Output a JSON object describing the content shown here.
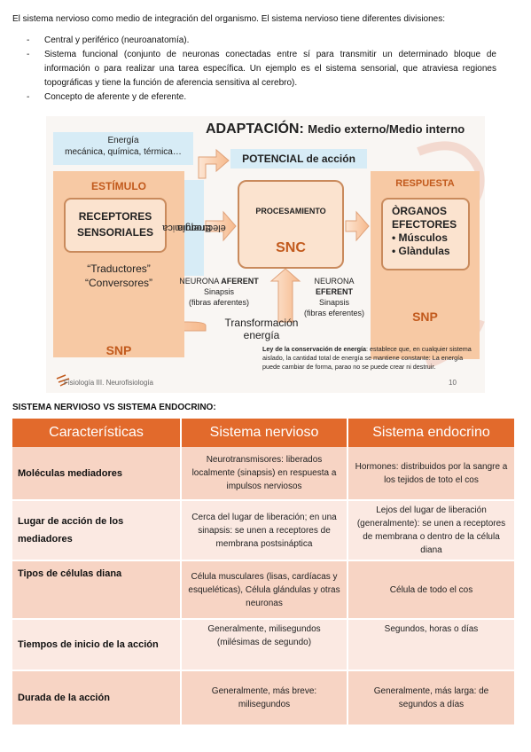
{
  "intro": "El sistema nervioso como medio de integración del organismo. El sistema nervioso tiene diferentes divisiones:",
  "bullets": [
    "Central y periférico (neuroanatomía).",
    "Sistema funcional (conjunto de neuronas conectadas entre sí para transmitir un determinado bloque de información o para realizar una tarea específica. Un ejemplo es el sistema sensorial, que atraviesa regiones topográficas y tiene la función de aferencia sensitiva al cerebro).",
    "Concepto de aferente y de eferente."
  ],
  "bullet_marker": "-",
  "diagram": {
    "title": "ADAPTACIÓN:",
    "title_sub": "Medio externo/Medio interno",
    "energy_line1": "Energía",
    "energy_line2": "mecánica, química, térmica…",
    "potencial": "POTENCIAL de acción",
    "estimulo": "ESTÍMULO",
    "receptores_line1": "RECEPTORES",
    "receptores_line2": "SENSORIALES",
    "traductores": "“Traductores”",
    "conversores": "“Conversores”",
    "snp_left": "SNP",
    "energia_vertical_1": "Energía",
    "energia_vertical_2": "electroquímica",
    "procesamiento": "PROCESAMIENTO",
    "snc": "SNC",
    "respuesta": "RESPUESTA",
    "organos_line1": "ÒRGANOS",
    "organos_line2": "EFECTORES",
    "musculos": "• Músculos",
    "glandulas": "• Glàndulas",
    "snp_right": "SNP",
    "aferente_prefix": "NEURONA ",
    "aferente_bold": "AFERENT",
    "aferente_sinapsis": "Sinapsis",
    "aferente_fibras": "(fibras aferentes)",
    "eferente_line1": "NEURONA",
    "eferente_bold": "EFERENT",
    "eferente_sinapsis": "Sinapsis",
    "eferente_fibras": "(fibras eferentes)",
    "transformacion_1": "Transformación",
    "transformacion_2": "energía",
    "ley_bold": "Ley de la conservación de energía",
    "ley_text": ": establece que, en cualquier sistema aislado, la cantidad total de energía se mantiene constante: La energía puede cambiar de forma, parao no se puede crear ni destruir.",
    "footer_left": "Fisiología III. Neurofisiología",
    "footer_page": "10"
  },
  "section_title": "SISTEMA NERVIOSO VS SISTEMA ENDOCRINO:",
  "table": {
    "headers": [
      "Características",
      "Sistema nervioso",
      "Sistema endocrino"
    ],
    "rows": [
      [
        "Moléculas mediadores",
        "Neurotransmisores: liberados localmente (sinapsis) en respuesta a impulsos nerviosos",
        "Hormones: distribuidos por la sangre a los tejidos de toto el cos"
      ],
      [
        "Lugar de acción de los mediadores",
        "Cerca del lugar de liberación; en una sinapsis: se unen a receptores de membrana postsináptica",
        "Lejos del lugar de liberación (generalmente): se unen a receptores de membrana o dentro de la célula diana"
      ],
      [
        "Tipos de células diana",
        "Célula musculares (lisas, cardíacas y esqueléticas), Célula glándulas y otras neuronas",
        "Célula de todo el cos"
      ],
      [
        "Tiempos de inicio de la acción",
        "Generalmente, milisegundos (milésimas de segundo)",
        "Segundos, horas o días"
      ],
      [
        "Durada de la acción",
        "Generalmente, más breve: milisegundos",
        "Generalmente, más larga: de segundos a días"
      ]
    ]
  },
  "colors": {
    "header_orange": "#e26a2c",
    "row_dark": "#f7d4c4",
    "row_light": "#fbe9e2",
    "diagram_peach": "#f7c9a4",
    "diagram_blue": "#d7ecf6",
    "diagram_accent": "#c25a1d"
  }
}
